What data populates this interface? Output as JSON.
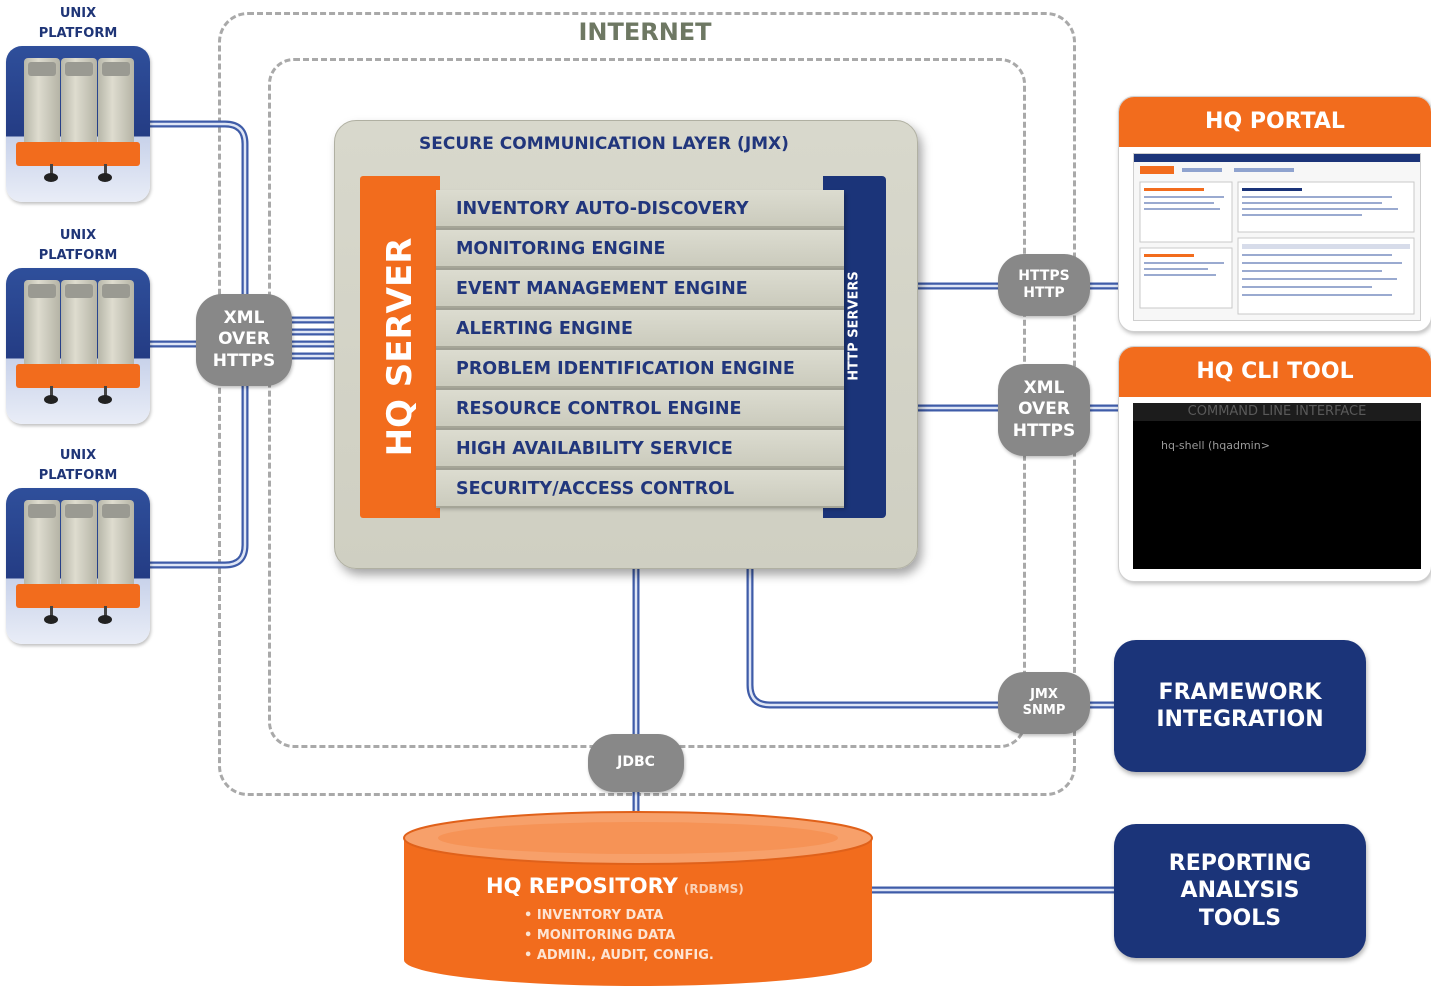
{
  "platforms": [
    {
      "label": "UNIX\nPLATFORM"
    },
    {
      "label": "UNIX\nPLATFORM"
    },
    {
      "label": "UNIX\nPLATFORM"
    }
  ],
  "internet_label": "INTERNET",
  "secure_layer_label": "SECURE COMMUNICATION LAYER (JMX)",
  "hq_server_label": "HQ SERVER",
  "http_servers_label": "HTTP SERVERS",
  "engines": [
    "INVENTORY AUTO-DISCOVERY",
    "MONITORING ENGINE",
    "EVENT MANAGEMENT ENGINE",
    "ALERTING ENGINE",
    "PROBLEM IDENTIFICATION ENGINE",
    "RESOURCE CONTROL ENGINE",
    "HIGH AVAILABILITY SERVICE",
    "SECURITY/ACCESS CONTROL"
  ],
  "protocols": {
    "agents": "XML\nOVER\nHTTPS",
    "portal": "HTTPS\nHTTP",
    "cli": "XML\nOVER\nHTTPS",
    "framework": "JMX\nSNMP",
    "jdbc": "JDBC"
  },
  "portal_title": "HQ PORTAL",
  "cli_title": "HQ CLI TOOL",
  "cli_header": "COMMAND LINE INTERFACE",
  "cli_prompt": "hq-shell (hqadmin>",
  "framework_label": "FRAMEWORK\nINTEGRATION",
  "reporting_label": "REPORTING\nANALYSIS\nTOOLS",
  "repository": {
    "title": "HQ REPOSITORY",
    "subtitle": "(RDBMS)",
    "items": [
      "• INVENTORY DATA",
      "• MONITORING DATA",
      "• ADMIN., AUDIT, CONFIG."
    ]
  },
  "colors": {
    "orange": "#f26c1d",
    "navy": "#1b3479",
    "gray_pill": "#888888",
    "wire": "#3f5ca8"
  }
}
